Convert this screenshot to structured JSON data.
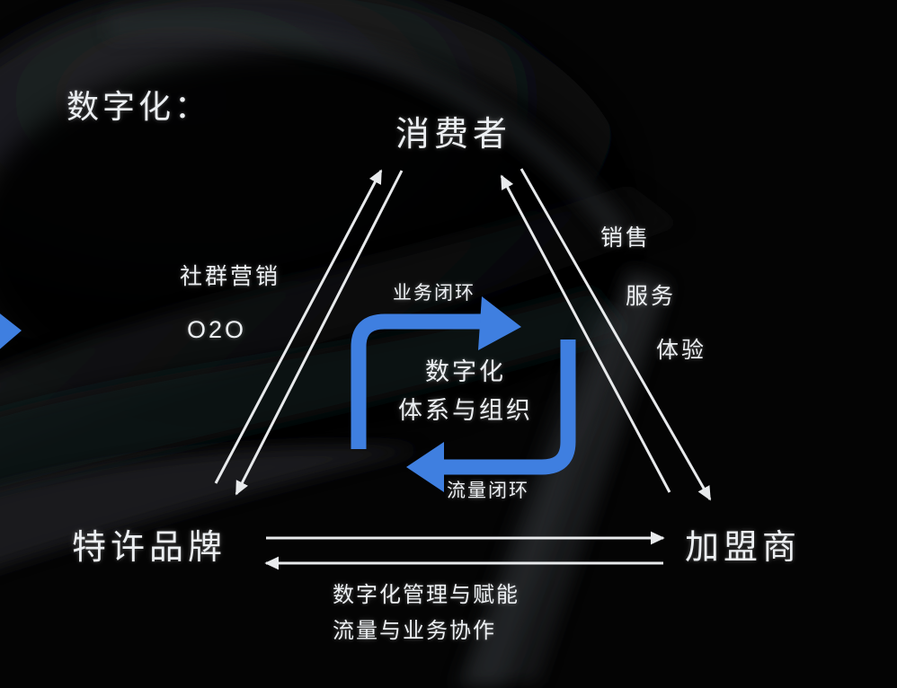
{
  "diagram": {
    "title": "数字化：",
    "nodes": {
      "top": "消费者",
      "bottom_left": "特许品牌",
      "bottom_right": "加盟商"
    },
    "left_edge_labels": {
      "line1": "社群营销",
      "line2": "O2O"
    },
    "right_edge_labels": {
      "line1": "销售",
      "line2": "服务",
      "line3": "体验"
    },
    "center": {
      "cycle_top_label": "业务闭环",
      "cycle_bottom_label": "流量闭环",
      "core_line1": "数字化",
      "core_line2": "体系与组织"
    },
    "bottom_edge_labels": {
      "line1": "数字化管理与赋能",
      "line2": "流量与业务协作"
    },
    "colors": {
      "background": "#040404",
      "text": "#eceff2",
      "arrow_white": "#e8eaec",
      "arrow_blue": "#3f7fe0"
    }
  }
}
